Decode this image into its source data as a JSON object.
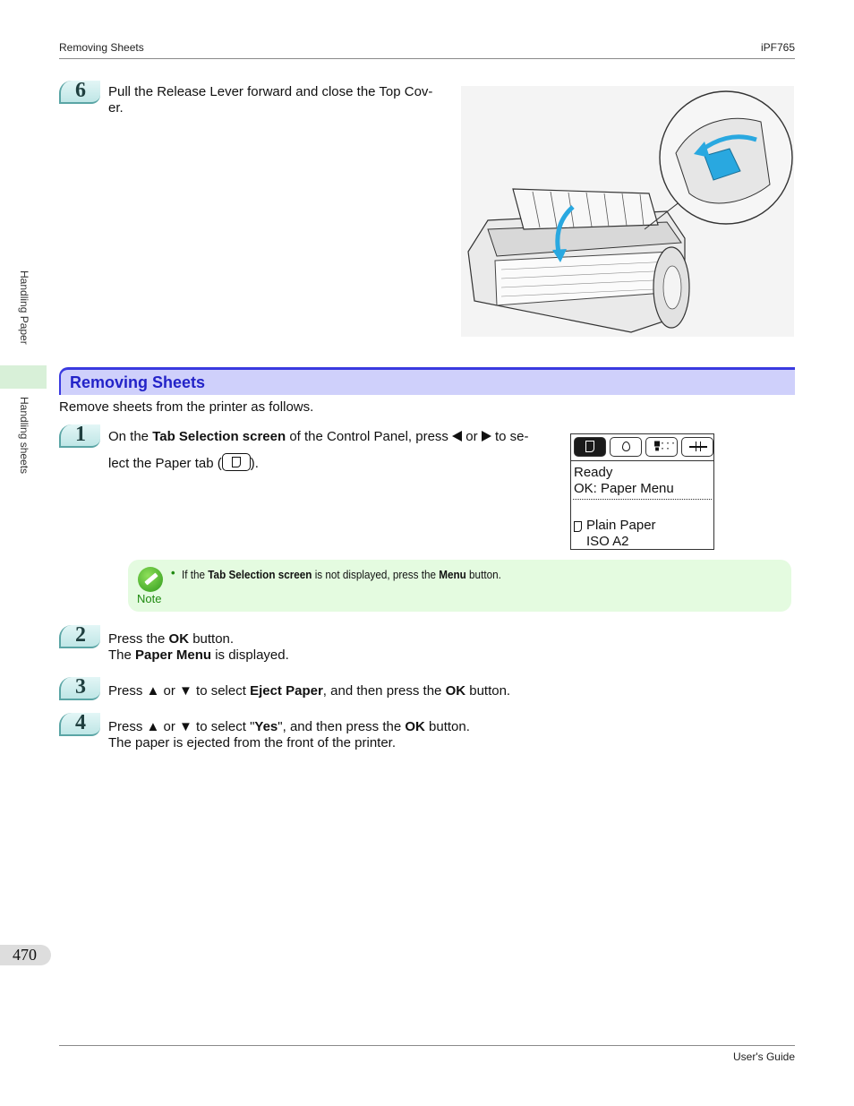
{
  "header": {
    "left": "Removing Sheets",
    "right": "iPF765"
  },
  "footer": {
    "right": "User's Guide",
    "page_number": "470"
  },
  "side_tabs": {
    "chapter": "Handling Paper",
    "section": "Handling sheets"
  },
  "step6": {
    "number": "6",
    "text_line1": "Pull the Release Lever forward and close the Top Cov-",
    "text_line2": "er."
  },
  "section": {
    "title": "Removing Sheets",
    "intro": "Remove sheets from the printer as follows."
  },
  "step1": {
    "number": "1",
    "l1a": "On the ",
    "l1b": "Tab Selection screen",
    "l1c": " of the Control Panel, press ",
    "l1d": " or ",
    "l1e": " to se-",
    "l2a": "lect the Paper tab (",
    "l2b": ")."
  },
  "lcd": {
    "line1": "Ready",
    "line2": "OK: Paper Menu",
    "line3": "Plain Paper",
    "line4": "ISO A2"
  },
  "note": {
    "label": "Note",
    "bullet": "•",
    "t1": "If the ",
    "t2": "Tab Selection screen",
    "t3": " is not displayed, press the ",
    "t4": "Menu",
    "t5": " button."
  },
  "step2": {
    "number": "2",
    "l1a": "Press the ",
    "l1b": "OK",
    "l1c": " button.",
    "l2a": "The ",
    "l2b": "Paper Menu",
    "l2c": " is displayed."
  },
  "step3": {
    "number": "3",
    "a": "Press ▲ or ▼ to select ",
    "b": "Eject Paper",
    "c": ", and then press the ",
    "d": "OK",
    "e": " button."
  },
  "step4": {
    "number": "4",
    "l1a": "Press ▲ or ▼ to select \"",
    "l1b": "Yes",
    "l1c": "\", and then press the ",
    "l1d": "OK",
    "l1e": " button.",
    "l2": "The paper is ejected from the front of the printer."
  }
}
